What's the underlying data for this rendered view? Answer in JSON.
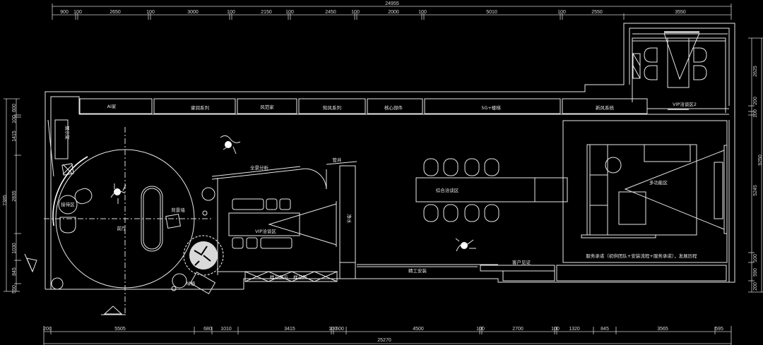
{
  "drawing": {
    "background": "#000000",
    "line_color": "#e8e8e8",
    "dimensions": {
      "top_total": "24955",
      "top": [
        "900",
        "100",
        "2650",
        "100",
        "3000",
        "100",
        "2150",
        "100",
        "2450",
        "100",
        "2000",
        "100",
        "5010",
        "100",
        "2550",
        "3550"
      ],
      "bottom_total": "25270",
      "bottom": [
        "200",
        "5505",
        "680",
        "1010",
        "3415",
        "100",
        "600",
        "4500",
        "100",
        "2700",
        "100",
        "1320",
        "845",
        "3565",
        "595"
      ],
      "left_total": "7385",
      "left": [
        "600",
        "100",
        "1415",
        "2835",
        "1030",
        "845",
        "550"
      ],
      "right_total": "9250",
      "right": [
        "2625",
        "200",
        "100",
        "5245",
        "100",
        "590",
        "200"
      ]
    },
    "display_strip": [
      "AI家",
      "睿润系列",
      "风范家",
      "知风系列",
      "核心部件",
      "5G+楼梯",
      "新风系统"
    ],
    "rooms": {
      "vip2": "VIP洽谈区2",
      "reception": "接待区",
      "lobby": "前厅",
      "feature_wall": "背景墙",
      "side_cabinet": "展示架",
      "planter": "绿植",
      "panorama": "全景分析",
      "pipe_shaft": "管井",
      "vip": "VIP洽谈区",
      "water": "净水",
      "fine_install": "精工安装",
      "sample_cabinets": [
        "样品展示",
        "样品柜"
      ],
      "meeting": "综合洽谈区",
      "customer_witness": "客户见证",
      "multifunction": "多功能区",
      "service_note": "服务承诺（初供团队+安装流程+服务承诺），发展历程"
    }
  }
}
